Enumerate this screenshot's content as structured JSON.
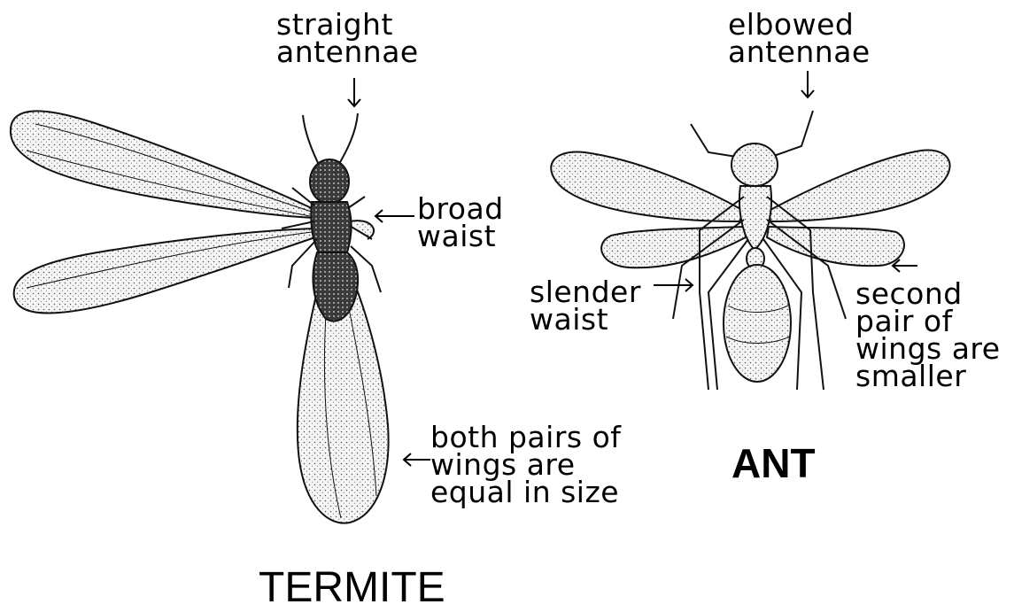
{
  "termite": {
    "title": "TERMITE",
    "labels": {
      "antennae": [
        "straight",
        "antennae"
      ],
      "waist": [
        "broad",
        "waist"
      ],
      "wings": [
        "both pairs of",
        "wings are",
        "equal in size"
      ]
    }
  },
  "ant": {
    "title": "ANT",
    "labels": {
      "antennae": [
        "elbowed",
        "antennae"
      ],
      "waist": [
        "slender",
        "waist"
      ],
      "wings": [
        "second",
        "pair of",
        "wings are",
        "smaller"
      ]
    }
  },
  "colors": {
    "ink": "#000000",
    "wing_fill": "#f4f4f4",
    "wing_stroke": "#1a1a1a",
    "body_fill": "#222222"
  }
}
